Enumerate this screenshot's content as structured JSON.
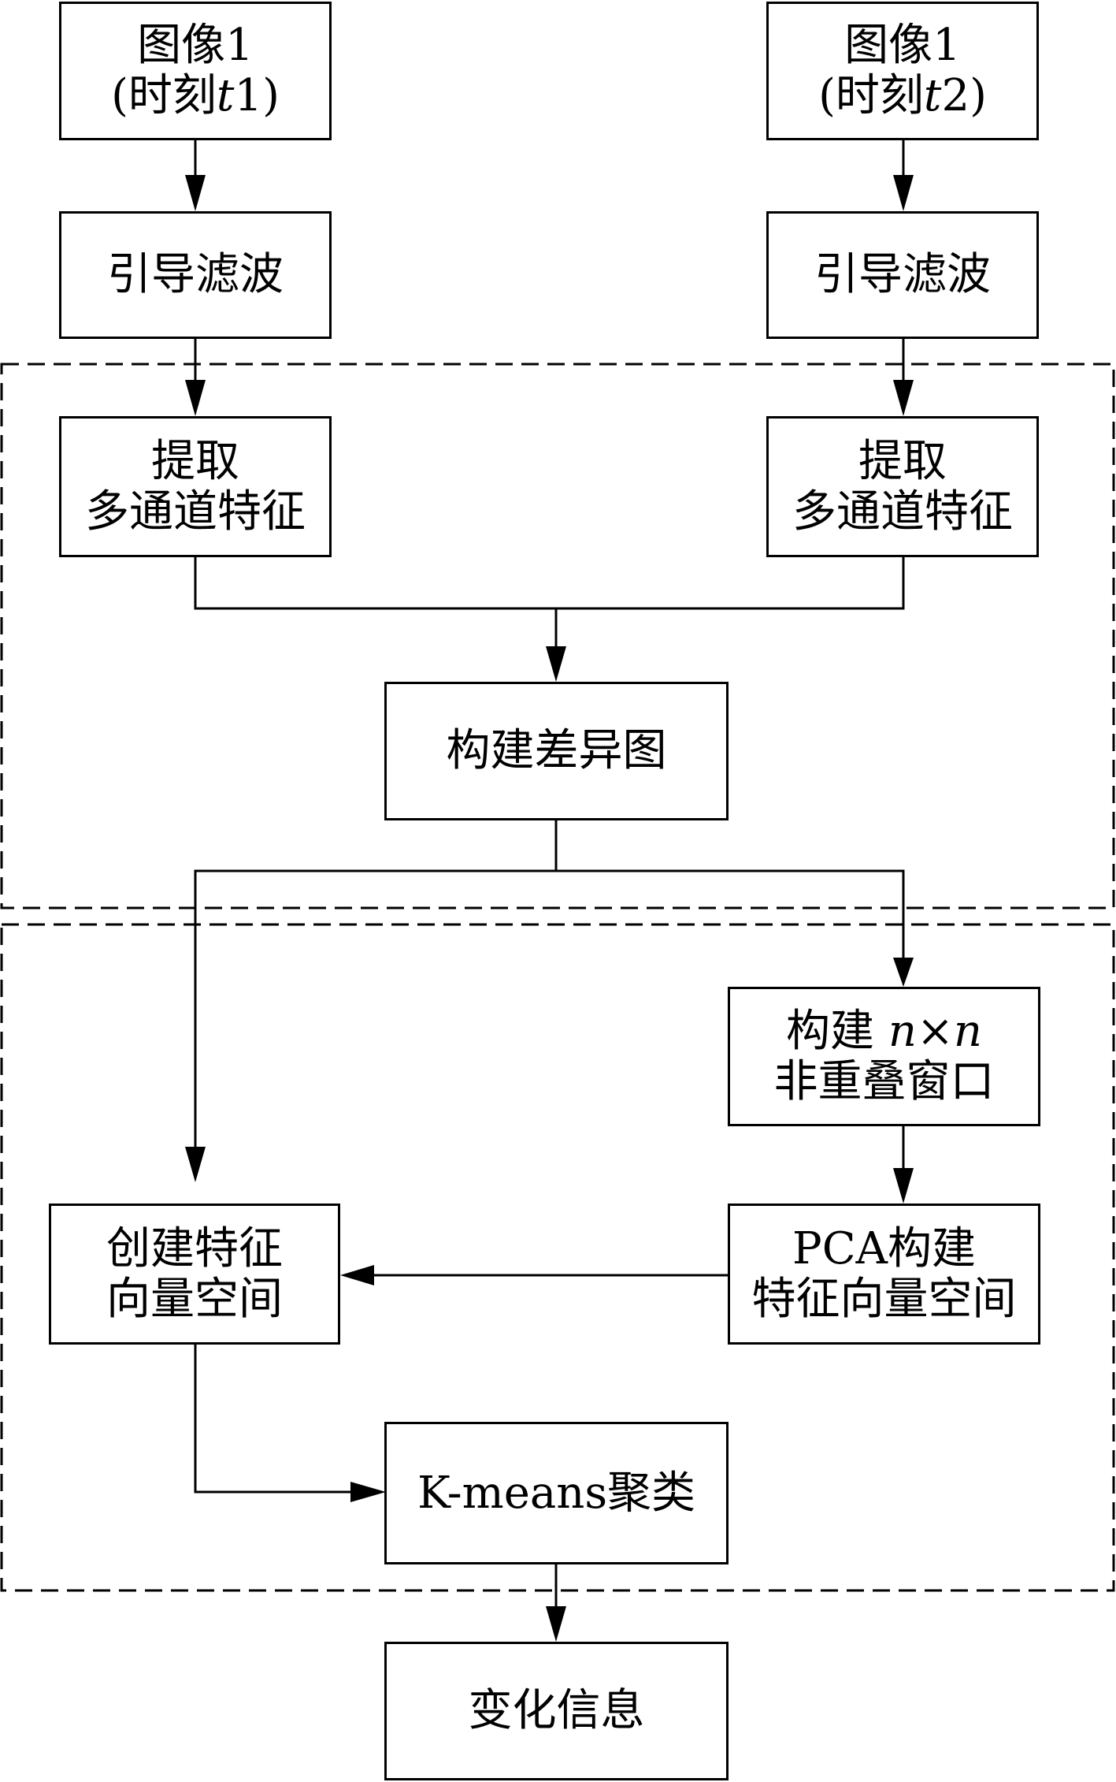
{
  "nodes": {
    "img1": {
      "line1": "图像1",
      "line2_pre": "(时刻",
      "line2_var": "t",
      "line2_post": "1)"
    },
    "img2": {
      "line1": "图像1",
      "line2_pre": "(时刻",
      "line2_var": "t",
      "line2_post": "2)"
    },
    "filter_left": {
      "text": "引导滤波"
    },
    "filter_right": {
      "text": "引导滤波"
    },
    "extract_left": {
      "line1": "提取",
      "line2": "多通道特征"
    },
    "extract_right": {
      "line1": "提取",
      "line2": "多通道特征"
    },
    "diff_map": {
      "text": "构建差异图"
    },
    "window": {
      "line1_pre": "构建 ",
      "line1_var1": "n",
      "line1_op": "×",
      "line1_var2": "n",
      "line2": "非重叠窗口"
    },
    "create_space": {
      "line1": "创建特征",
      "line2": "向量空间"
    },
    "pca": {
      "line1": "PCA构建",
      "line2": "特征向量空间"
    },
    "kmeans": {
      "text": "K-means聚类"
    },
    "change_info": {
      "text": "变化信息"
    }
  }
}
